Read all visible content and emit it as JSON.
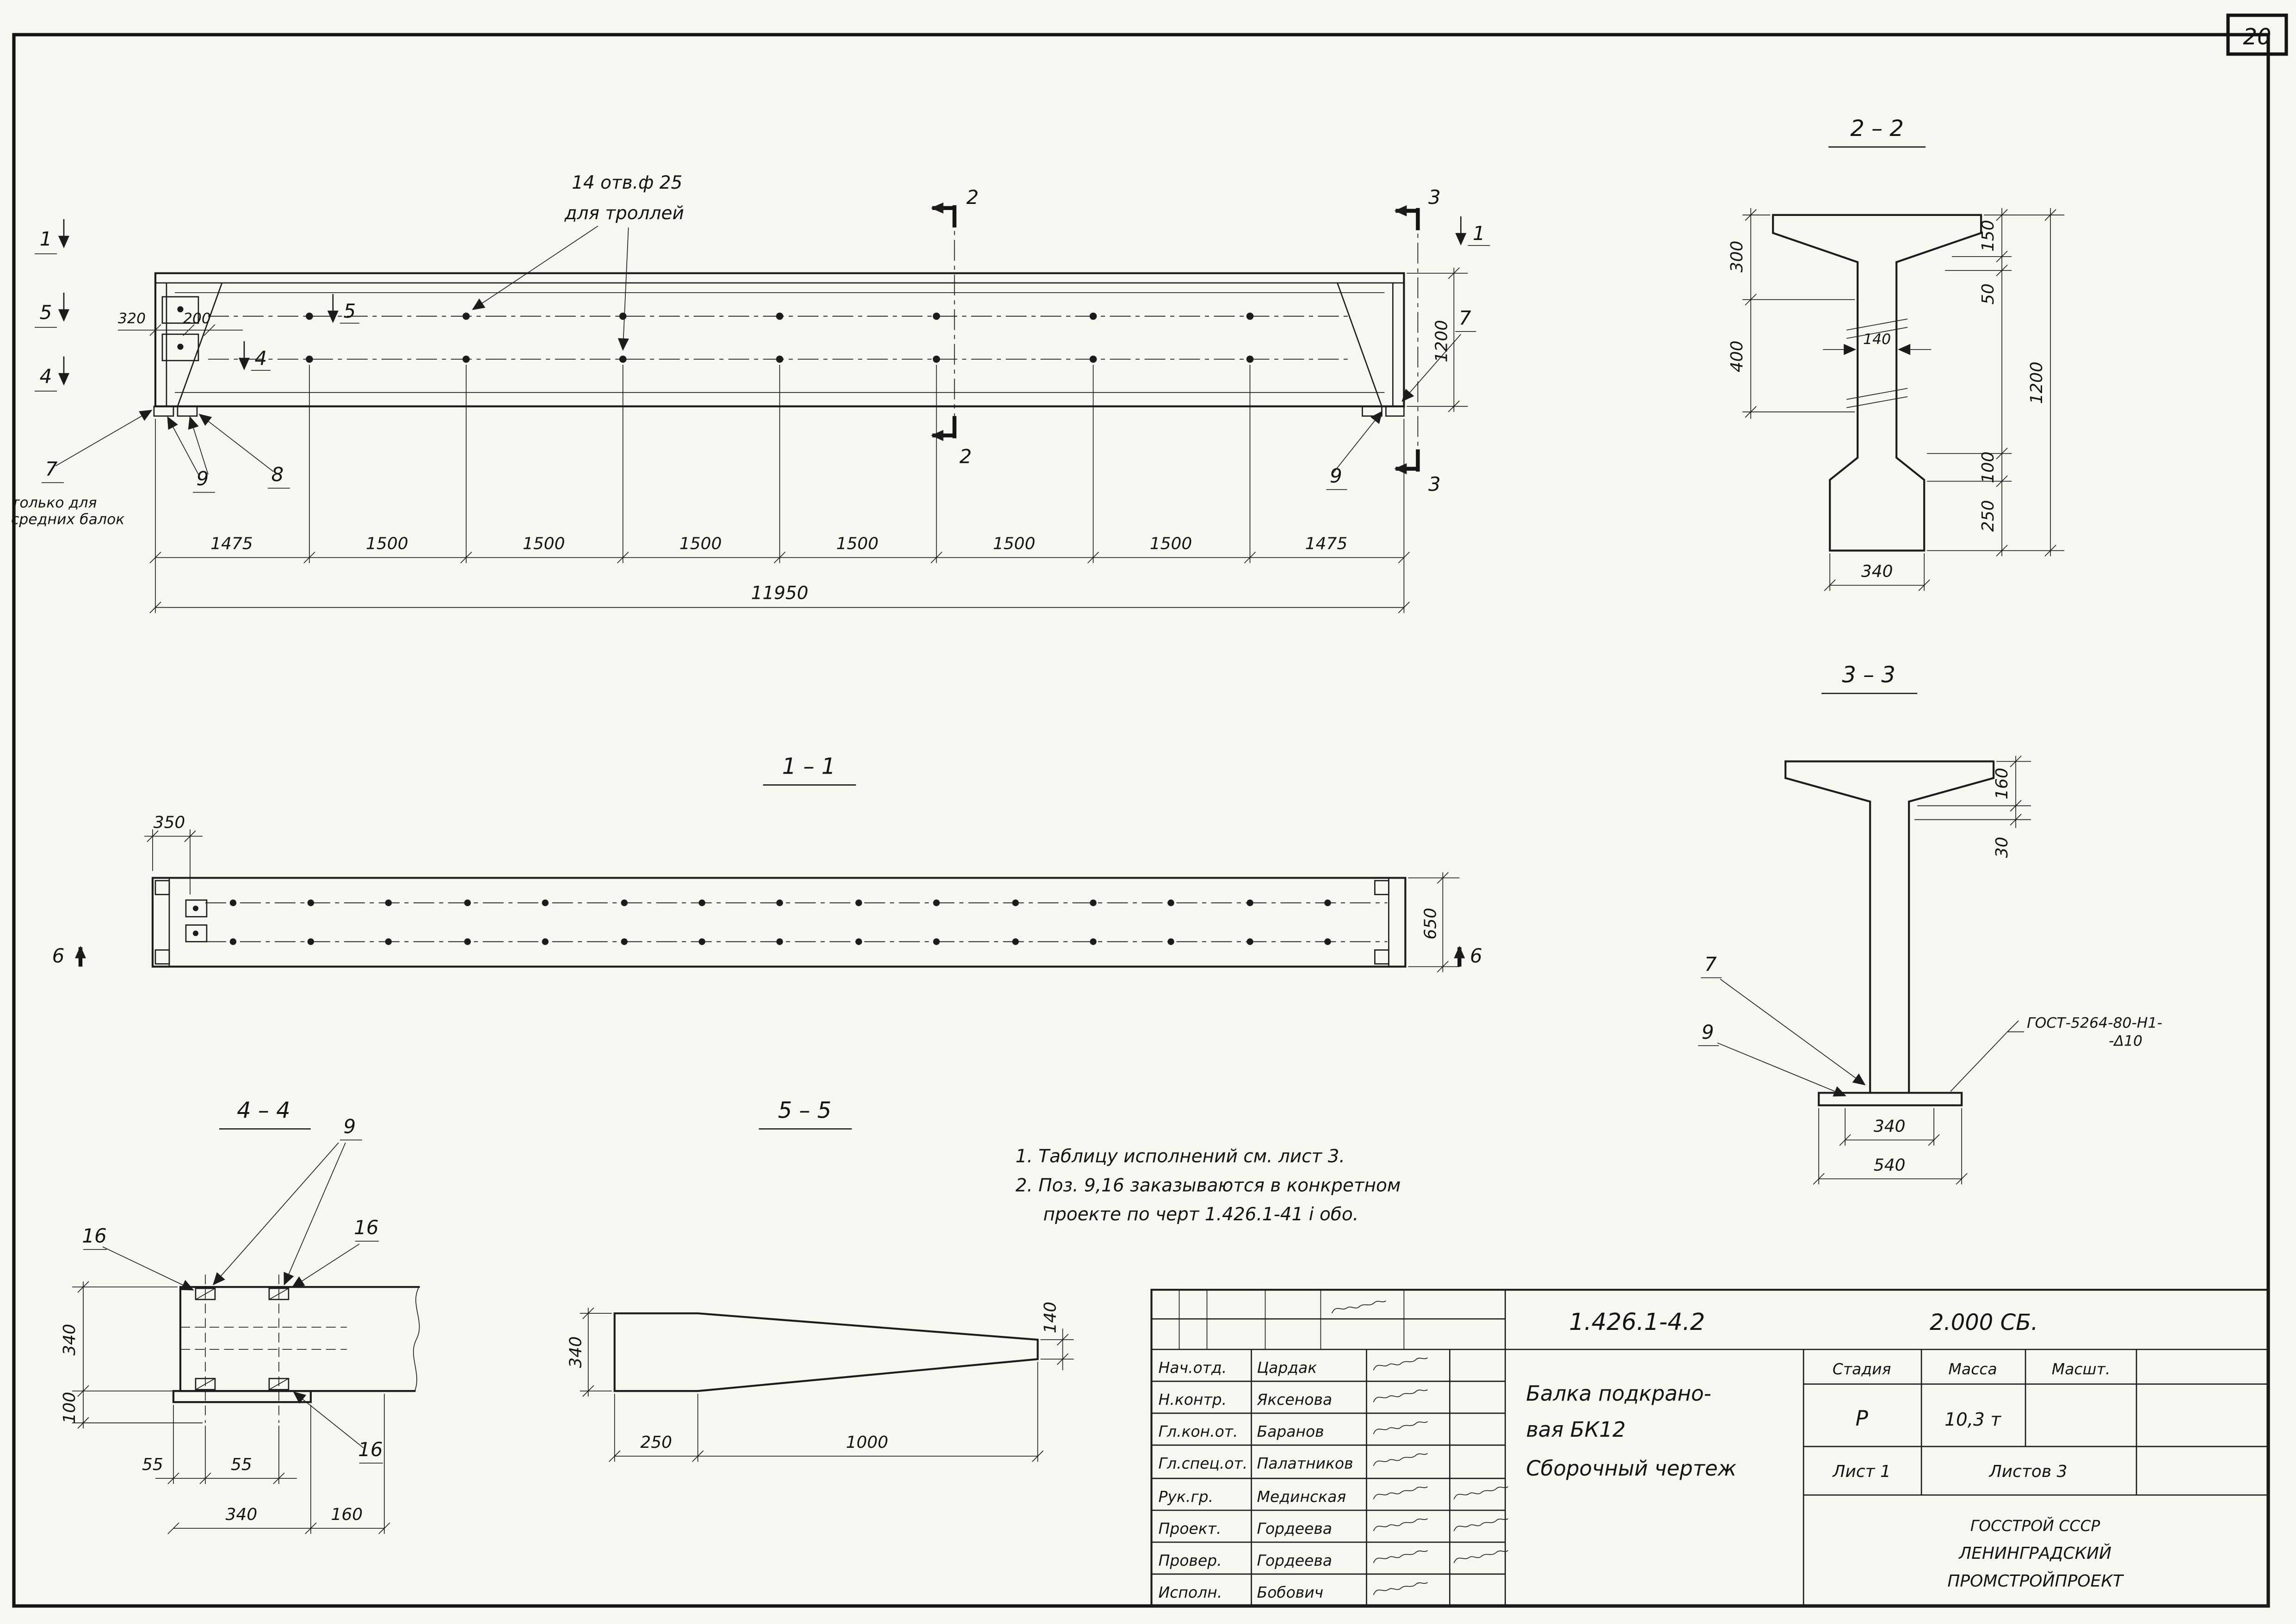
{
  "sheet": {
    "number": "20"
  },
  "main_view": {
    "holes_note_1": "14 отв.ф 25",
    "holes_note_2": "для троллей",
    "only_note_1": "только для",
    "only_note_2": "средних балок",
    "dim_320": "320",
    "dim_200": "200",
    "segments": [
      "1475",
      "1500",
      "1500",
      "1500",
      "1500",
      "1500",
      "1500",
      "1475"
    ],
    "total": "11950",
    "height": "1200",
    "cut2": "2",
    "cut3": "3",
    "mark1": "1",
    "mark4": "4",
    "mark5": "5",
    "pos7": "7",
    "pos8": "8",
    "pos9": "9"
  },
  "section11": {
    "title": "1 – 1",
    "dim_350": "350",
    "dim_650": "650",
    "mark6": "6"
  },
  "section22": {
    "title": "2 – 2",
    "dim_300": "300",
    "dim_400": "400",
    "dim_140": "140",
    "dim_150": "150",
    "dim_50": "50",
    "dim_100": "100",
    "dim_250": "250",
    "dim_1200": "1200",
    "dim_340": "340"
  },
  "section33": {
    "title": "3 – 3",
    "dim_160": "160",
    "dim_30": "30",
    "dim_340": "340",
    "dim_540": "540",
    "pos7": "7",
    "pos9": "9",
    "weld_1": "ГОСТ-5264-80-Н1-",
    "weld_2": "-Δ10"
  },
  "section44": {
    "title": "4 – 4",
    "pos9": "9",
    "pos16": "16",
    "dim_340v": "340",
    "dim_100": "100",
    "dim_55a": "55",
    "dim_55b": "55",
    "dim_340h": "340",
    "dim_160": "160"
  },
  "section55": {
    "title": "5 – 5",
    "dim_340": "340",
    "dim_140": "140",
    "dim_250": "250",
    "dim_1000": "1000"
  },
  "notes": {
    "line1": "1. Таблицу исполнений  см. лист 3.",
    "line2": "2. Поз. 9,16 заказываются в конкретном",
    "line3": "проекте по черт 1.426.1-41 і обо."
  },
  "title_block": {
    "doc_number": "1.426.1-4.2",
    "doc_code": "2.000 СБ.",
    "rows": [
      {
        "role": "Нач.отд.",
        "name": "Цардак"
      },
      {
        "role": "Н.контр.",
        "name": "Яксенова"
      },
      {
        "role": "Гл.кон.от.",
        "name": "Баранов"
      },
      {
        "role": "Гл.спец.от.",
        "name": "Палатников"
      },
      {
        "role": "Рук.гр.",
        "name": "Мединская"
      },
      {
        "role": "Проект.",
        "name": "Гордеева"
      },
      {
        "role": "Провер.",
        "name": "Гордеева"
      },
      {
        "role": "Исполн.",
        "name": "Бобович"
      }
    ],
    "title_line1": "Балка подкрано-",
    "title_line2": "вая БК12",
    "title_line3": "Сборочный  чертеж",
    "stage_h": "Стадия",
    "mass_h": "Масса",
    "scale_h": "Масшт.",
    "stage_v": "Р",
    "mass_v": "10,3 т",
    "sheet": "Лист 1",
    "sheets": "Листов 3",
    "org1": "ГОССТРОЙ СССР",
    "org2": "ЛЕНИНГРАДСКИЙ",
    "org3": "ПРОМСТРОЙПРОЕКТ"
  }
}
